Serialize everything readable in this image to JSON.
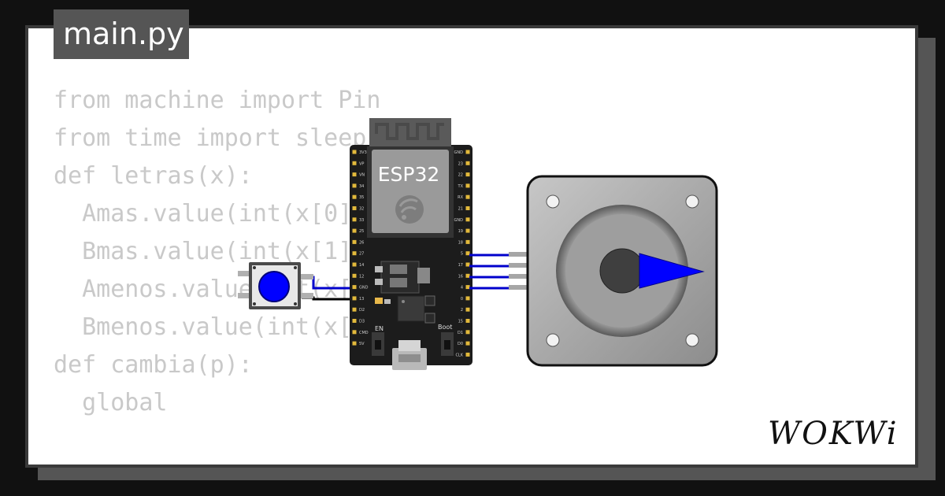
{
  "file": {
    "name": "main.py"
  },
  "code_lines": [
    "from machine import Pin",
    "from time import sleep",
    "",
    "def letras(x):",
    "  Amas.value(int(x[0]))",
    "  Bmas.value(int(x[1]))",
    "  Amenos.value(int(x[2]))",
    "  Bmenos.value(int(x[3]))",
    "",
    "def cambia(p):",
    "  global"
  ],
  "board": {
    "label": "ESP32",
    "en_label": "EN",
    "boot_label": "Boot",
    "left_pins": [
      "3V3",
      "VP",
      "VN",
      "34",
      "35",
      "32",
      "33",
      "25",
      "26",
      "27",
      "14",
      "12",
      "GND",
      "13",
      "D2",
      "D3",
      "CMD",
      "5V"
    ],
    "right_pins": [
      "GND",
      "23",
      "22",
      "TX",
      "RX",
      "21",
      "GND",
      "19",
      "18",
      "5",
      "17",
      "16",
      "4",
      "0",
      "2",
      "15",
      "D1",
      "D0",
      "CLK"
    ]
  },
  "brand": {
    "name": "WOKWi"
  },
  "colors": {
    "wire_blue": "#0000cc",
    "wire_black": "#000000",
    "button_cap": "#0000ff",
    "pointer": "#0000ff",
    "code_text": "#c9c9c9",
    "tab_bg": "#555555"
  }
}
